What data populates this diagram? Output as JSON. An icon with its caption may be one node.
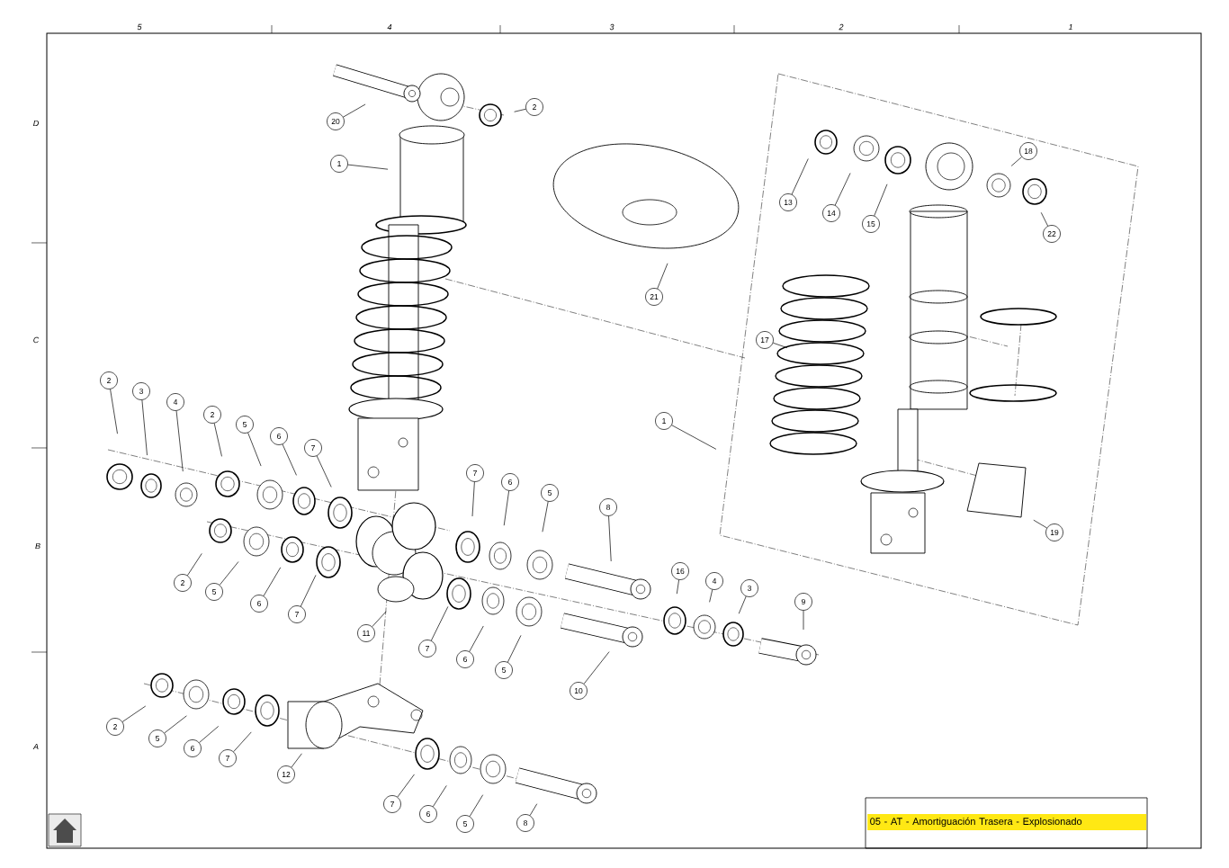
{
  "diagram": {
    "title": "05 - AT - Amortiguación Trasera - Explosionado",
    "nodes": [
      {
        "text": [
          "20"
        ]
      },
      {
        "text": [
          "2"
        ]
      },
      {
        "text": [
          "1"
        ]
      },
      {
        "text": [
          "21"
        ]
      },
      {
        "text": [
          "13"
        ]
      },
      {
        "text": [
          "14"
        ]
      },
      {
        "text": [
          "15"
        ]
      },
      {
        "text": [
          "18"
        ]
      },
      {
        "text": [
          "22"
        ]
      },
      {
        "text": [
          "17"
        ]
      },
      {
        "text": [
          "1"
        ]
      },
      {
        "text": [
          "19"
        ]
      },
      {
        "text": [
          "2"
        ]
      },
      {
        "text": [
          "3"
        ]
      },
      {
        "text": [
          "4"
        ]
      },
      {
        "text": [
          "2"
        ]
      },
      {
        "text": [
          "5"
        ]
      },
      {
        "text": [
          "6"
        ]
      },
      {
        "text": [
          "7"
        ]
      },
      {
        "text": [
          "7"
        ]
      },
      {
        "text": [
          "6"
        ]
      },
      {
        "text": [
          "5"
        ]
      },
      {
        "text": [
          "8"
        ]
      },
      {
        "text": [
          "2"
        ]
      },
      {
        "text": [
          "5"
        ]
      },
      {
        "text": [
          "6"
        ]
      },
      {
        "text": [
          "7"
        ]
      },
      {
        "text": [
          "11"
        ]
      },
      {
        "text": [
          "7"
        ]
      },
      {
        "text": [
          "6"
        ]
      },
      {
        "text": [
          "5"
        ]
      },
      {
        "text": [
          "10"
        ]
      },
      {
        "text": [
          "16"
        ]
      },
      {
        "text": [
          "4"
        ]
      },
      {
        "text": [
          "3"
        ]
      },
      {
        "text": [
          "9"
        ]
      },
      {
        "text": [
          "2"
        ]
      },
      {
        "text": [
          "5"
        ]
      },
      {
        "text": [
          "6"
        ]
      },
      {
        "text": [
          "7"
        ]
      },
      {
        "text": [
          "12"
        ]
      },
      {
        "text": [
          "7"
        ]
      },
      {
        "text": [
          "6"
        ]
      },
      {
        "text": [
          "5"
        ]
      },
      {
        "text": [
          "8"
        ]
      }
    ],
    "edges": [
      {
        "from": 0,
        "to": null,
        "arrow": "none"
      },
      {
        "from": 1,
        "to": null,
        "arrow": "none"
      },
      {
        "from": 2,
        "to": null,
        "arrow": "none"
      },
      {
        "from": 3,
        "to": null,
        "arrow": "none"
      },
      {
        "from": 4,
        "to": null,
        "arrow": "none"
      },
      {
        "from": 5,
        "to": null,
        "arrow": "none"
      },
      {
        "from": 6,
        "to": null,
        "arrow": "none"
      },
      {
        "from": 7,
        "to": null,
        "arrow": "none"
      },
      {
        "from": 8,
        "to": null,
        "arrow": "none"
      },
      {
        "from": 9,
        "to": null,
        "arrow": "none"
      },
      {
        "from": 10,
        "to": null,
        "arrow": "none"
      },
      {
        "from": 11,
        "to": null,
        "arrow": "none"
      },
      {
        "from": 12,
        "to": null,
        "arrow": "none"
      },
      {
        "from": 13,
        "to": null,
        "arrow": "none"
      },
      {
        "from": 14,
        "to": null,
        "arrow": "none"
      },
      {
        "from": 15,
        "to": null,
        "arrow": "none"
      },
      {
        "from": 16,
        "to": null,
        "arrow": "none"
      },
      {
        "from": 17,
        "to": null,
        "arrow": "none"
      },
      {
        "from": 18,
        "to": null,
        "arrow": "none"
      },
      {
        "from": 19,
        "to": null,
        "arrow": "none"
      },
      {
        "from": 20,
        "to": null,
        "arrow": "none"
      },
      {
        "from": 21,
        "to": null,
        "arrow": "none"
      },
      {
        "from": 22,
        "to": null,
        "arrow": "none"
      },
      {
        "from": 23,
        "to": null,
        "arrow": "none"
      },
      {
        "from": 24,
        "to": null,
        "arrow": "none"
      },
      {
        "from": 25,
        "to": null,
        "arrow": "none"
      },
      {
        "from": 26,
        "to": null,
        "arrow": "none"
      },
      {
        "from": 27,
        "to": null,
        "arrow": "none"
      },
      {
        "from": 28,
        "to": null,
        "arrow": "none"
      },
      {
        "from": 29,
        "to": null,
        "arrow": "none"
      },
      {
        "from": 30,
        "to": null,
        "arrow": "none"
      },
      {
        "from": 31,
        "to": null,
        "arrow": "none"
      },
      {
        "from": 32,
        "to": null,
        "arrow": "none"
      },
      {
        "from": 33,
        "to": null,
        "arrow": "none"
      },
      {
        "from": 34,
        "to": null,
        "arrow": "none"
      },
      {
        "from": 35,
        "to": null,
        "arrow": "none"
      },
      {
        "from": 36,
        "to": null,
        "arrow": "none"
      },
      {
        "from": 37,
        "to": null,
        "arrow": "none"
      },
      {
        "from": 38,
        "to": null,
        "arrow": "none"
      },
      {
        "from": 39,
        "to": null,
        "arrow": "none"
      },
      {
        "from": 40,
        "to": null,
        "arrow": "none"
      },
      {
        "from": 41,
        "to": null,
        "arrow": "none"
      },
      {
        "from": 42,
        "to": null,
        "arrow": "none"
      },
      {
        "from": 43,
        "to": null,
        "arrow": "none"
      },
      {
        "from": 44,
        "to": null,
        "arrow": "none"
      }
    ],
    "labels": [
      "5",
      "4",
      "3",
      "2",
      "1",
      "D",
      "C",
      "B",
      "A"
    ]
  }
}
